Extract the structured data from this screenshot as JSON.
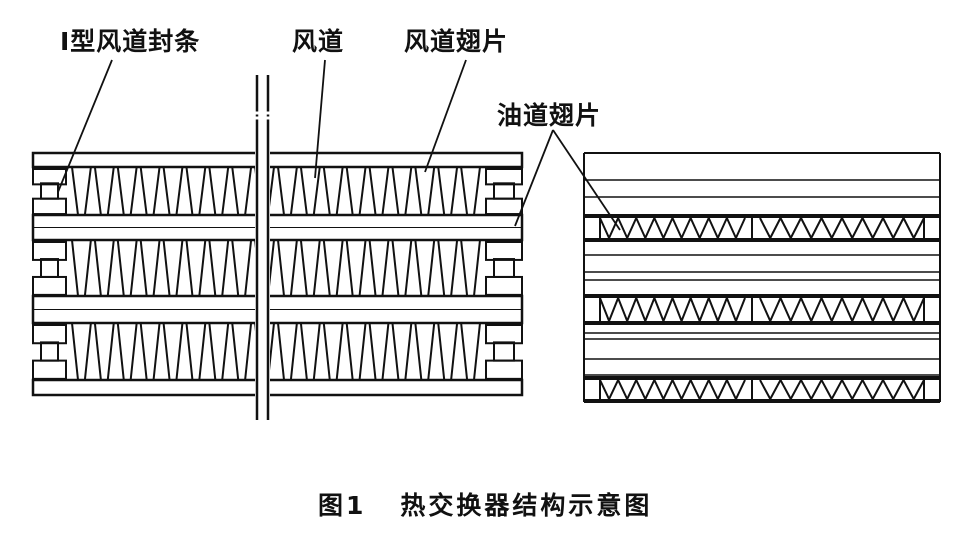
{
  "labels": {
    "air_duct_seal": "I型风道封条",
    "air_duct": "风道",
    "air_fin": "风道翅片",
    "oil_fin": "油道翅片"
  },
  "caption": {
    "figure_no": "图1",
    "title": "热交换器结构示意图"
  },
  "colors": {
    "ink": "#111111",
    "background": "#ffffff"
  }
}
